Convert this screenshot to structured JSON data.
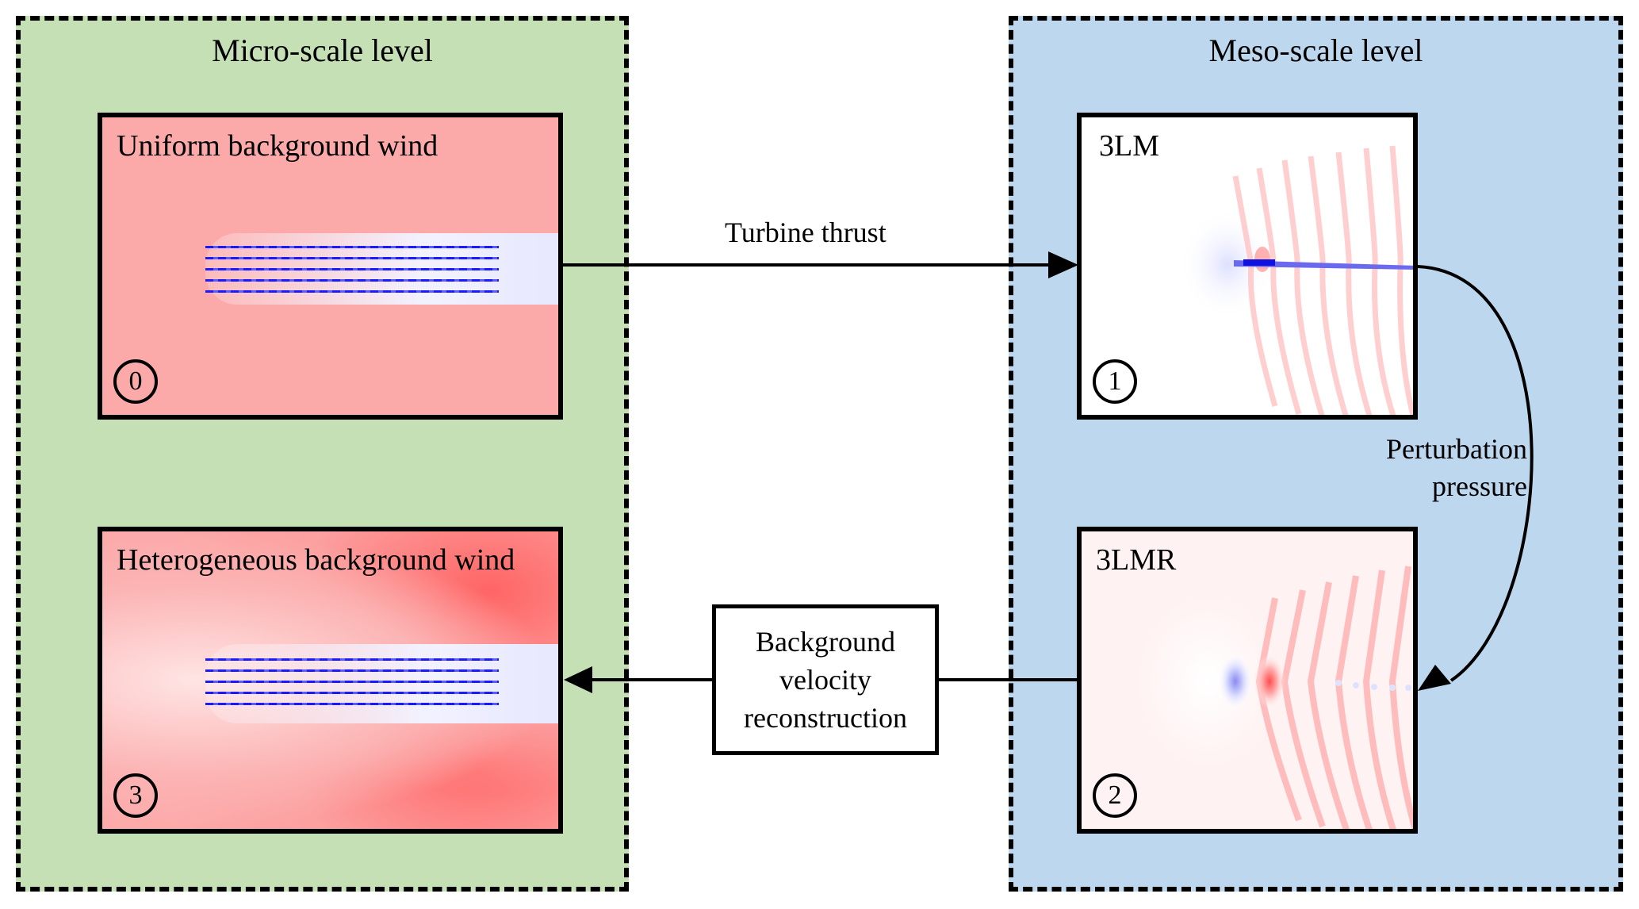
{
  "regions": {
    "micro": {
      "title": "Micro-scale level",
      "color": "#c6e0b6"
    },
    "meso": {
      "title": "Meso-scale level",
      "color": "#bdd7ee"
    }
  },
  "panels": [
    {
      "id": "p0",
      "label": "Uniform background wind",
      "step": "0"
    },
    {
      "id": "p1",
      "label": "3LM",
      "step": "1"
    },
    {
      "id": "p2",
      "label": "3LMR",
      "step": "2"
    },
    {
      "id": "p3",
      "label": "Heterogeneous background wind",
      "step": "3"
    }
  ],
  "arrows": {
    "turbine_thrust": "Turbine thrust",
    "perturbation_pressure_line1": "Perturbation",
    "perturbation_pressure_line2": "pressure"
  },
  "process_box": {
    "line1": "Background",
    "line2": "velocity",
    "line3": "reconstruction"
  }
}
